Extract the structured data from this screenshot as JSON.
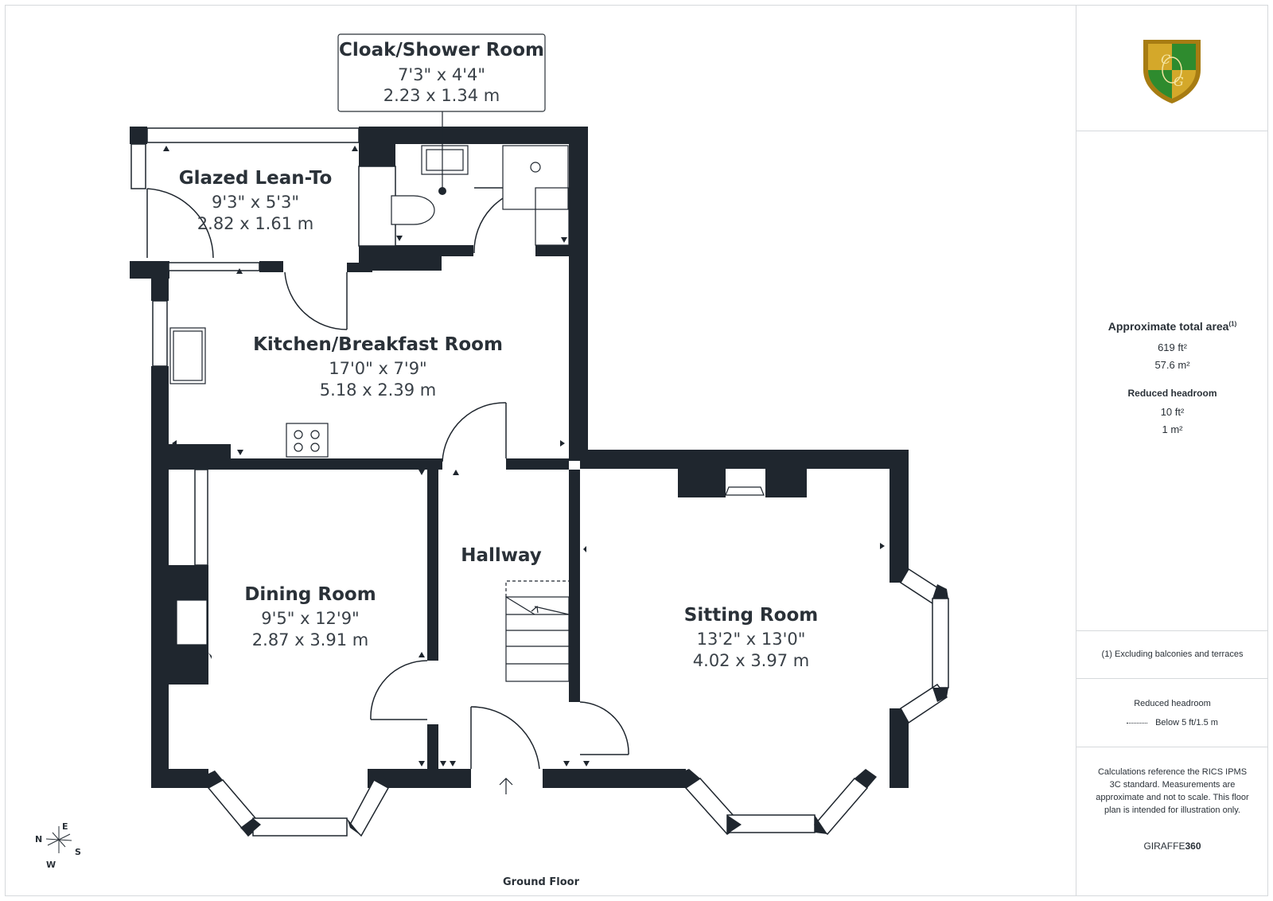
{
  "rooms": [
    {
      "id": "cloak",
      "name": "Cloak/Shower Room",
      "imperial": "7'3\" x 4'4\"",
      "metric": "2.23 x 1.34 m"
    },
    {
      "id": "leanto",
      "name": "Glazed Lean-To",
      "imperial": "9'3\" x 5'3\"",
      "metric": "2.82 x 1.61 m"
    },
    {
      "id": "kitchen",
      "name": "Kitchen/Breakfast Room",
      "imperial": "17'0\" x 7'9\"",
      "metric": "5.18 x 2.39 m"
    },
    {
      "id": "hallway",
      "name": "Hallway"
    },
    {
      "id": "dining",
      "name": "Dining Room",
      "imperial": "9'5\" x 12'9\"",
      "metric": "2.87 x 3.91 m"
    },
    {
      "id": "sitting",
      "name": "Sitting Room",
      "imperial": "13'2\" x 13'0\"",
      "metric": "4.02 x 3.97 m"
    }
  ],
  "floor_label": "Ground Floor",
  "compass": {
    "n": "N",
    "e": "E",
    "s": "S",
    "w": "W"
  },
  "sidebar": {
    "area_title": "Approximate total area",
    "area_note_mark": "(1)",
    "area_ft": "619 ft²",
    "area_m": "57.6 m²",
    "headroom_title": "Reduced headroom",
    "headroom_ft": "10 ft²",
    "headroom_m": "1 m²",
    "footnote": "(1) Excluding balconies and terraces",
    "legend_title": "Reduced headroom",
    "legend_text": "Below 5 ft/1.5 m",
    "disclaimer": "Calculations reference the RICS IPMS 3C standard. Measurements are approximate and not to scale. This floor plan is intended for illustration only.",
    "brand_prefix": "GIRAFFE",
    "brand_suffix": "360"
  },
  "logo": {
    "letter_top": "C",
    "letter_bottom": "G",
    "colors": {
      "gold": "#d4a82a",
      "green": "#2e8b2e",
      "dark_gold": "#a77c12"
    }
  },
  "colors": {
    "wall": "#1f262e",
    "text": "#2a3138",
    "divider": "#d6d9dc"
  }
}
